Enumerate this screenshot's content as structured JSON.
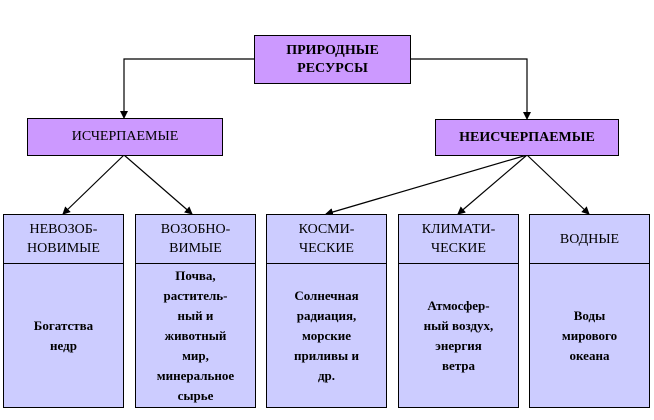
{
  "root": {
    "label": "ПРИРОДНЫЕ\nРЕСУРСЫ"
  },
  "level1": [
    {
      "label": "ИСЧЕРПАЕМЫЕ"
    },
    {
      "label": "НЕИСЧЕРПАЕМЫЕ"
    }
  ],
  "level2": [
    {
      "title": "НЕВОЗОБ-\nНОВИМЫЕ",
      "body": "Богатства\nнедр"
    },
    {
      "title": "ВОЗОБНО-\nВИМЫЕ",
      "body": "Почва,\nраститель-\nный и\nживотный\nмир,\nминеральное\nсырье"
    },
    {
      "title": "КОСМИ-\nЧЕСКИЕ",
      "body": "Солнечная\nрадиация,\nморские\nприливы и\nдр."
    },
    {
      "title": "КЛИМАТИ-\nЧЕСКИЕ",
      "body": "Атмосфер-\nный воздух,\nэнергия\nветра"
    },
    {
      "title": "ВОДНЫЕ",
      "body": "Воды\nмирового\nокеана"
    }
  ],
  "colors": {
    "root": "#cc99ff",
    "level1": "#cc99ff",
    "level2": "#ccccff"
  }
}
